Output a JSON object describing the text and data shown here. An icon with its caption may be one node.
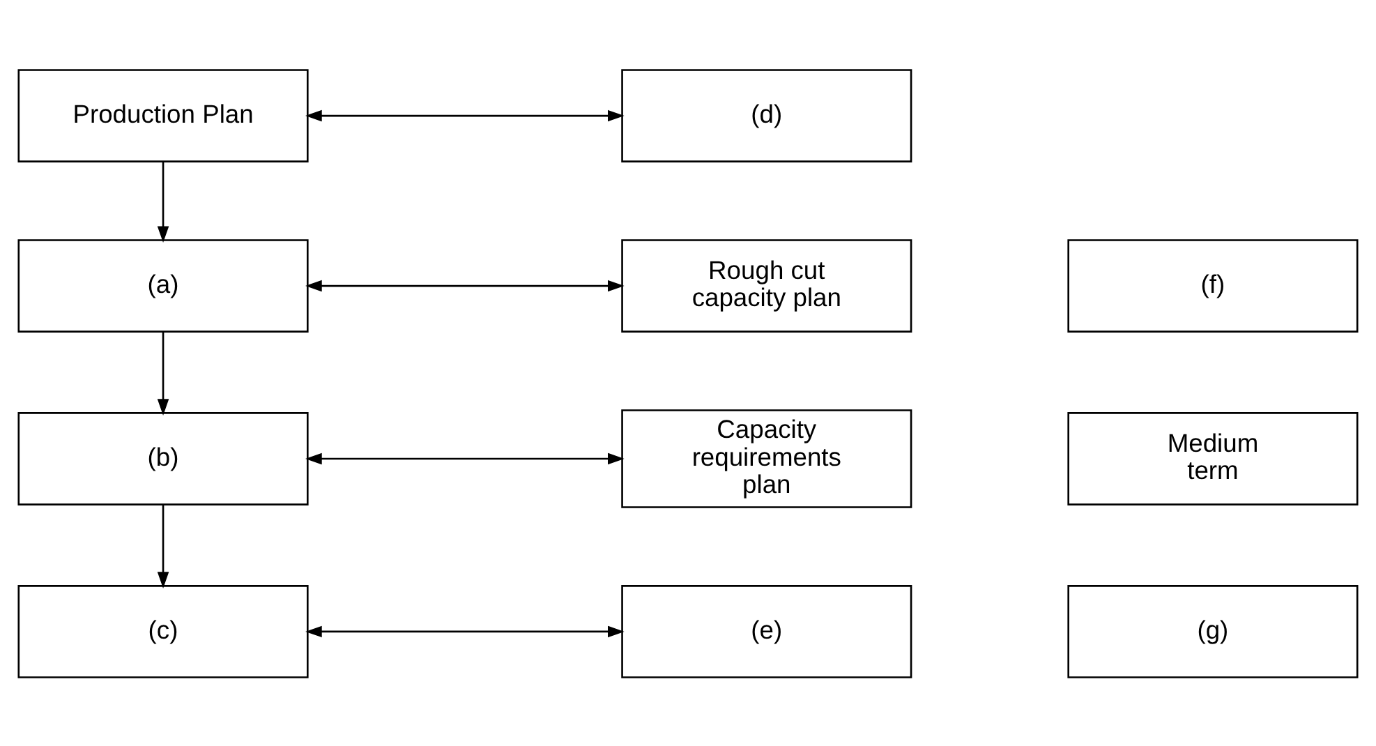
{
  "diagram": {
    "nodes": [
      {
        "text": [
          "Production Plan"
        ]
      },
      {
        "text": [
          "(d)"
        ]
      },
      {
        "text": [
          "(f)"
        ]
      },
      {
        "text": [
          "(a)"
        ]
      },
      {
        "text": [
          "Rough cut capacity plan"
        ]
      },
      {
        "text": [
          "(b)"
        ]
      },
      {
        "text": [
          "Capacity requirements plan"
        ]
      },
      {
        "text": [
          "Medium term"
        ]
      },
      {
        "text": [
          "(c)"
        ]
      },
      {
        "text": [
          "(e)"
        ]
      },
      {
        "text": [
          "(g)"
        ]
      }
    ],
    "edges": [
      {
        "from": 0,
        "to": 1,
        "arrow": "both"
      },
      {
        "from": 0,
        "to": 3,
        "arrow": "to"
      },
      {
        "from": 3,
        "to": 4,
        "arrow": "both"
      },
      {
        "from": 3,
        "to": 5,
        "arrow": "to"
      },
      {
        "from": 5,
        "to": 6,
        "arrow": "both"
      },
      {
        "from": 5,
        "to": 8,
        "arrow": "to"
      },
      {
        "from": 8,
        "to": 9,
        "arrow": "both"
      }
    ]
  }
}
